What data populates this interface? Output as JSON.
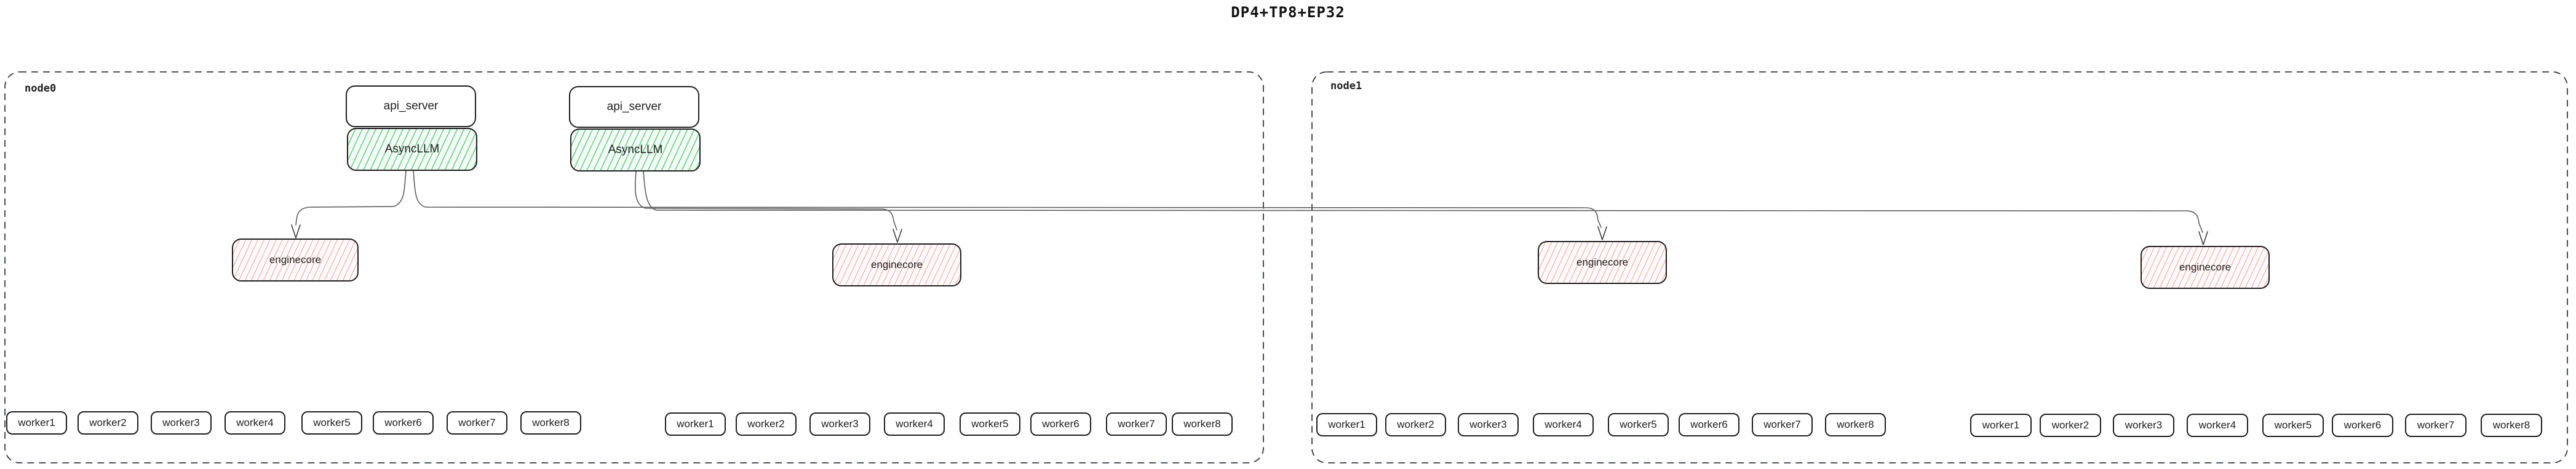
{
  "title": "DP4+TP8+EP32",
  "node0": {
    "label": "node0"
  },
  "node1": {
    "label": "node1"
  },
  "labels": {
    "api_server": "api_server",
    "asyncllm": "AsyncLLM",
    "enginecore": "enginecore"
  },
  "workers": {
    "w1": "worker1",
    "w2": "worker2",
    "w3": "worker3",
    "w4": "worker4",
    "w5": "worker5",
    "w6": "worker6",
    "w7": "worker7",
    "w8": "worker8"
  },
  "colors": {
    "box_border": "#1e1e1e",
    "node_border": "#343a40",
    "async_hatch": "#6fce8e",
    "engine_hatch": "#f0b3b3",
    "connector": "#5e5e5e"
  }
}
